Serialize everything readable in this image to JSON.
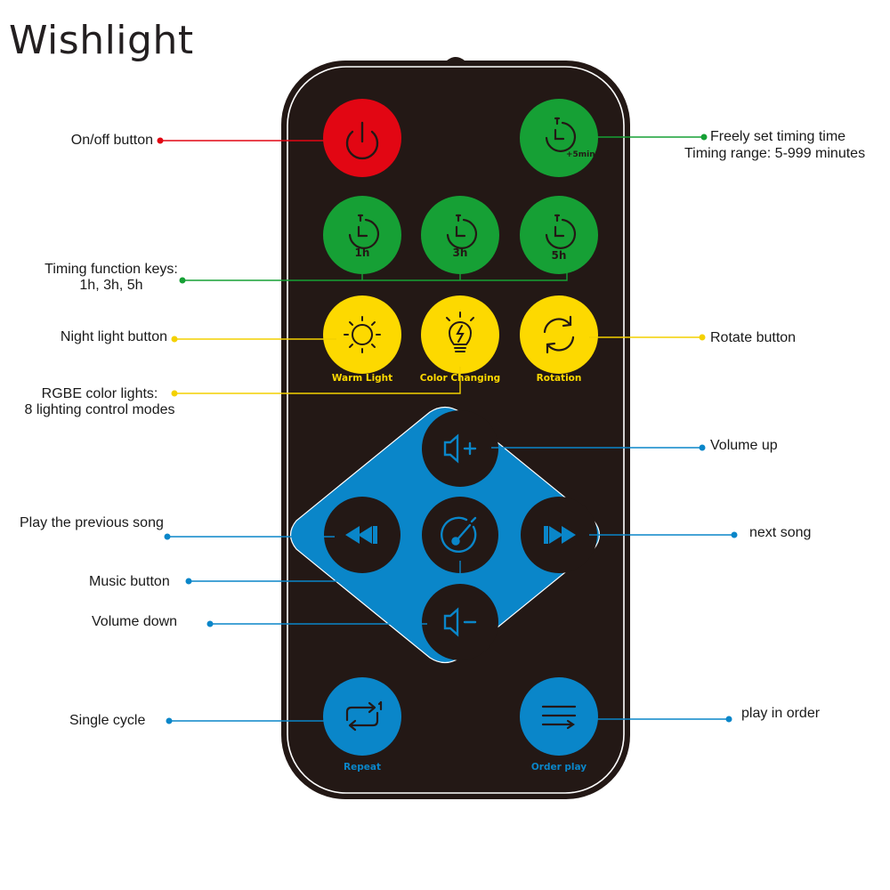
{
  "brand": "Wishlight",
  "buttons": {
    "timer_plus": "+5min",
    "timer_1h": "1h",
    "timer_3h": "3h",
    "timer_5h": "5h",
    "warm_light": "Warm Light",
    "color_changing": "Color Changing",
    "rotation": "Rotation",
    "repeat": "Repeat",
    "order_play": "Order play"
  },
  "labels": {
    "onoff": "On/off button",
    "timing_set_1": "Freely set timing time",
    "timing_set_2": "Timing range: 5-999 minutes",
    "timing_keys_1": "Timing function keys:",
    "timing_keys_2": "1h, 3h, 5h",
    "night_light": "Night light button",
    "rotate": "Rotate button",
    "rgbe_1": "RGBE color lights:",
    "rgbe_2": "8 lighting control modes",
    "volume_up": "Volume up",
    "previous": "Play the previous song",
    "next": "next song",
    "music": "Music button",
    "volume_down": "Volume down",
    "single_cycle": "Single cycle",
    "play_in_order": "play in order"
  },
  "colors": {
    "remote_body": "#231815",
    "red": "#e20613",
    "green": "#16a035",
    "yellow": "#fdd900",
    "blue": "#0a86c9",
    "callout_red": "#e20613",
    "callout_green": "#16a035",
    "callout_yellow": "#f4d100",
    "callout_blue": "#0a86c9"
  }
}
